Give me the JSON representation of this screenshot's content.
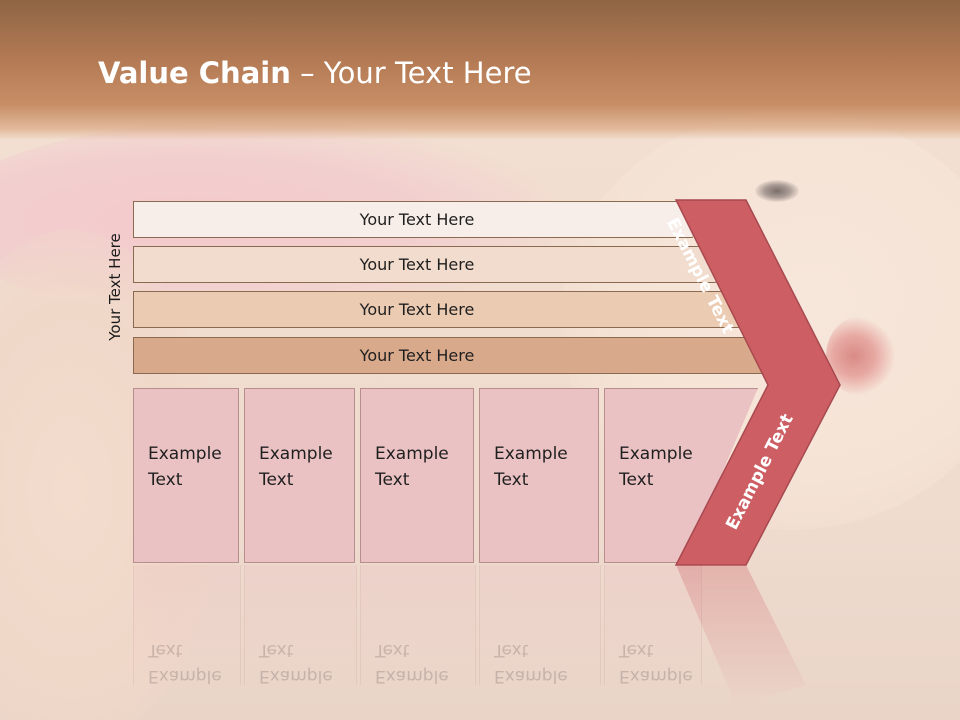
{
  "title": {
    "bold": "Value Chain",
    "rest": " – Your Text Here"
  },
  "side_label": "Your Text Here",
  "bars": [
    "Your Text Here",
    "Your Text Here",
    "Your Text Here",
    "Your Text Here"
  ],
  "boxes": [
    {
      "line1": "Example",
      "line2": "Text"
    },
    {
      "line1": "Example",
      "line2": "Text"
    },
    {
      "line1": "Example",
      "line2": "Text"
    },
    {
      "line1": "Example",
      "line2": "Text"
    },
    {
      "line1": "Example",
      "line2": "Text"
    }
  ],
  "chevron": {
    "top_label": "Example Text",
    "bottom_label": "Example Text"
  },
  "colors": {
    "header": "#b57b55",
    "chevron": "#cd5f64",
    "box": "#ebc2c3"
  }
}
